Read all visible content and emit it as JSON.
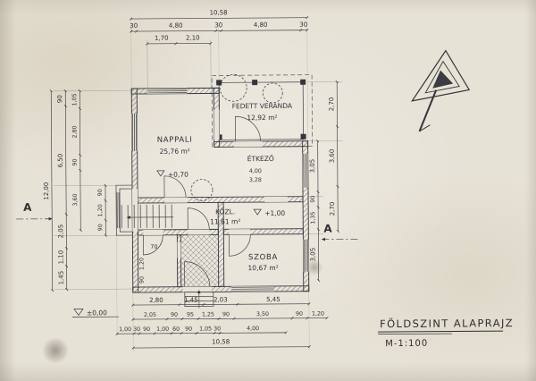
{
  "colors": {
    "paper": "#e7e2d6",
    "ink": "#2f3136"
  },
  "title_block": {
    "title": "FÖLDSZINT ALAPRAJZ",
    "scale": "M-1:100"
  },
  "section": {
    "left": "A",
    "right": "A"
  },
  "rooms": {
    "veranda_name": "FEDETT VERANDA",
    "veranda_area": "12,92 m²",
    "nappali_name": "NAPPALI",
    "nappali_area": "25,76 m²",
    "etkezo_name": "ÉTKEZŐ",
    "etkezo_dim_w": "4,00",
    "etkezo_dim_h": "3,28",
    "kozl_name": "KÖZL.",
    "kozl_area": "11,61 m²",
    "szoba_name": "SZOBA",
    "szoba_area": "10,67 m²"
  },
  "levels": {
    "ground": "±0,00",
    "nappali": "+0,70",
    "hall": "+1,00"
  },
  "dims": {
    "top_total": "10,58",
    "top": [
      "30",
      "4,80",
      "30",
      "4,80",
      "30"
    ],
    "top_sub": [
      "1,70",
      "2,10"
    ],
    "left_total": "12,00",
    "left": [
      "90",
      "6,50",
      "2,05",
      "1,10",
      "1,45"
    ],
    "left_inner": [
      "1,05",
      "2,80",
      "90",
      "3,60"
    ],
    "bay": [
      "90",
      "1,20",
      "90"
    ],
    "right_outer": [
      "2,70",
      "3,60",
      "2,70"
    ],
    "right_inner": [
      "3,05",
      "90",
      "1,35",
      "3,05"
    ],
    "b1": [
      "2,80",
      "1,45",
      "2,03",
      "5,45"
    ],
    "b2": [
      "2,05",
      "90",
      "95",
      "1,25",
      "90",
      "3,50",
      "90",
      "1,20"
    ],
    "b3": [
      "1,00",
      "30",
      "90",
      "1,00",
      "60",
      "90",
      "1,05",
      "30",
      "4,00"
    ],
    "bottom_total": "10,58",
    "notes": [
      "70",
      "1,20",
      "90"
    ]
  }
}
